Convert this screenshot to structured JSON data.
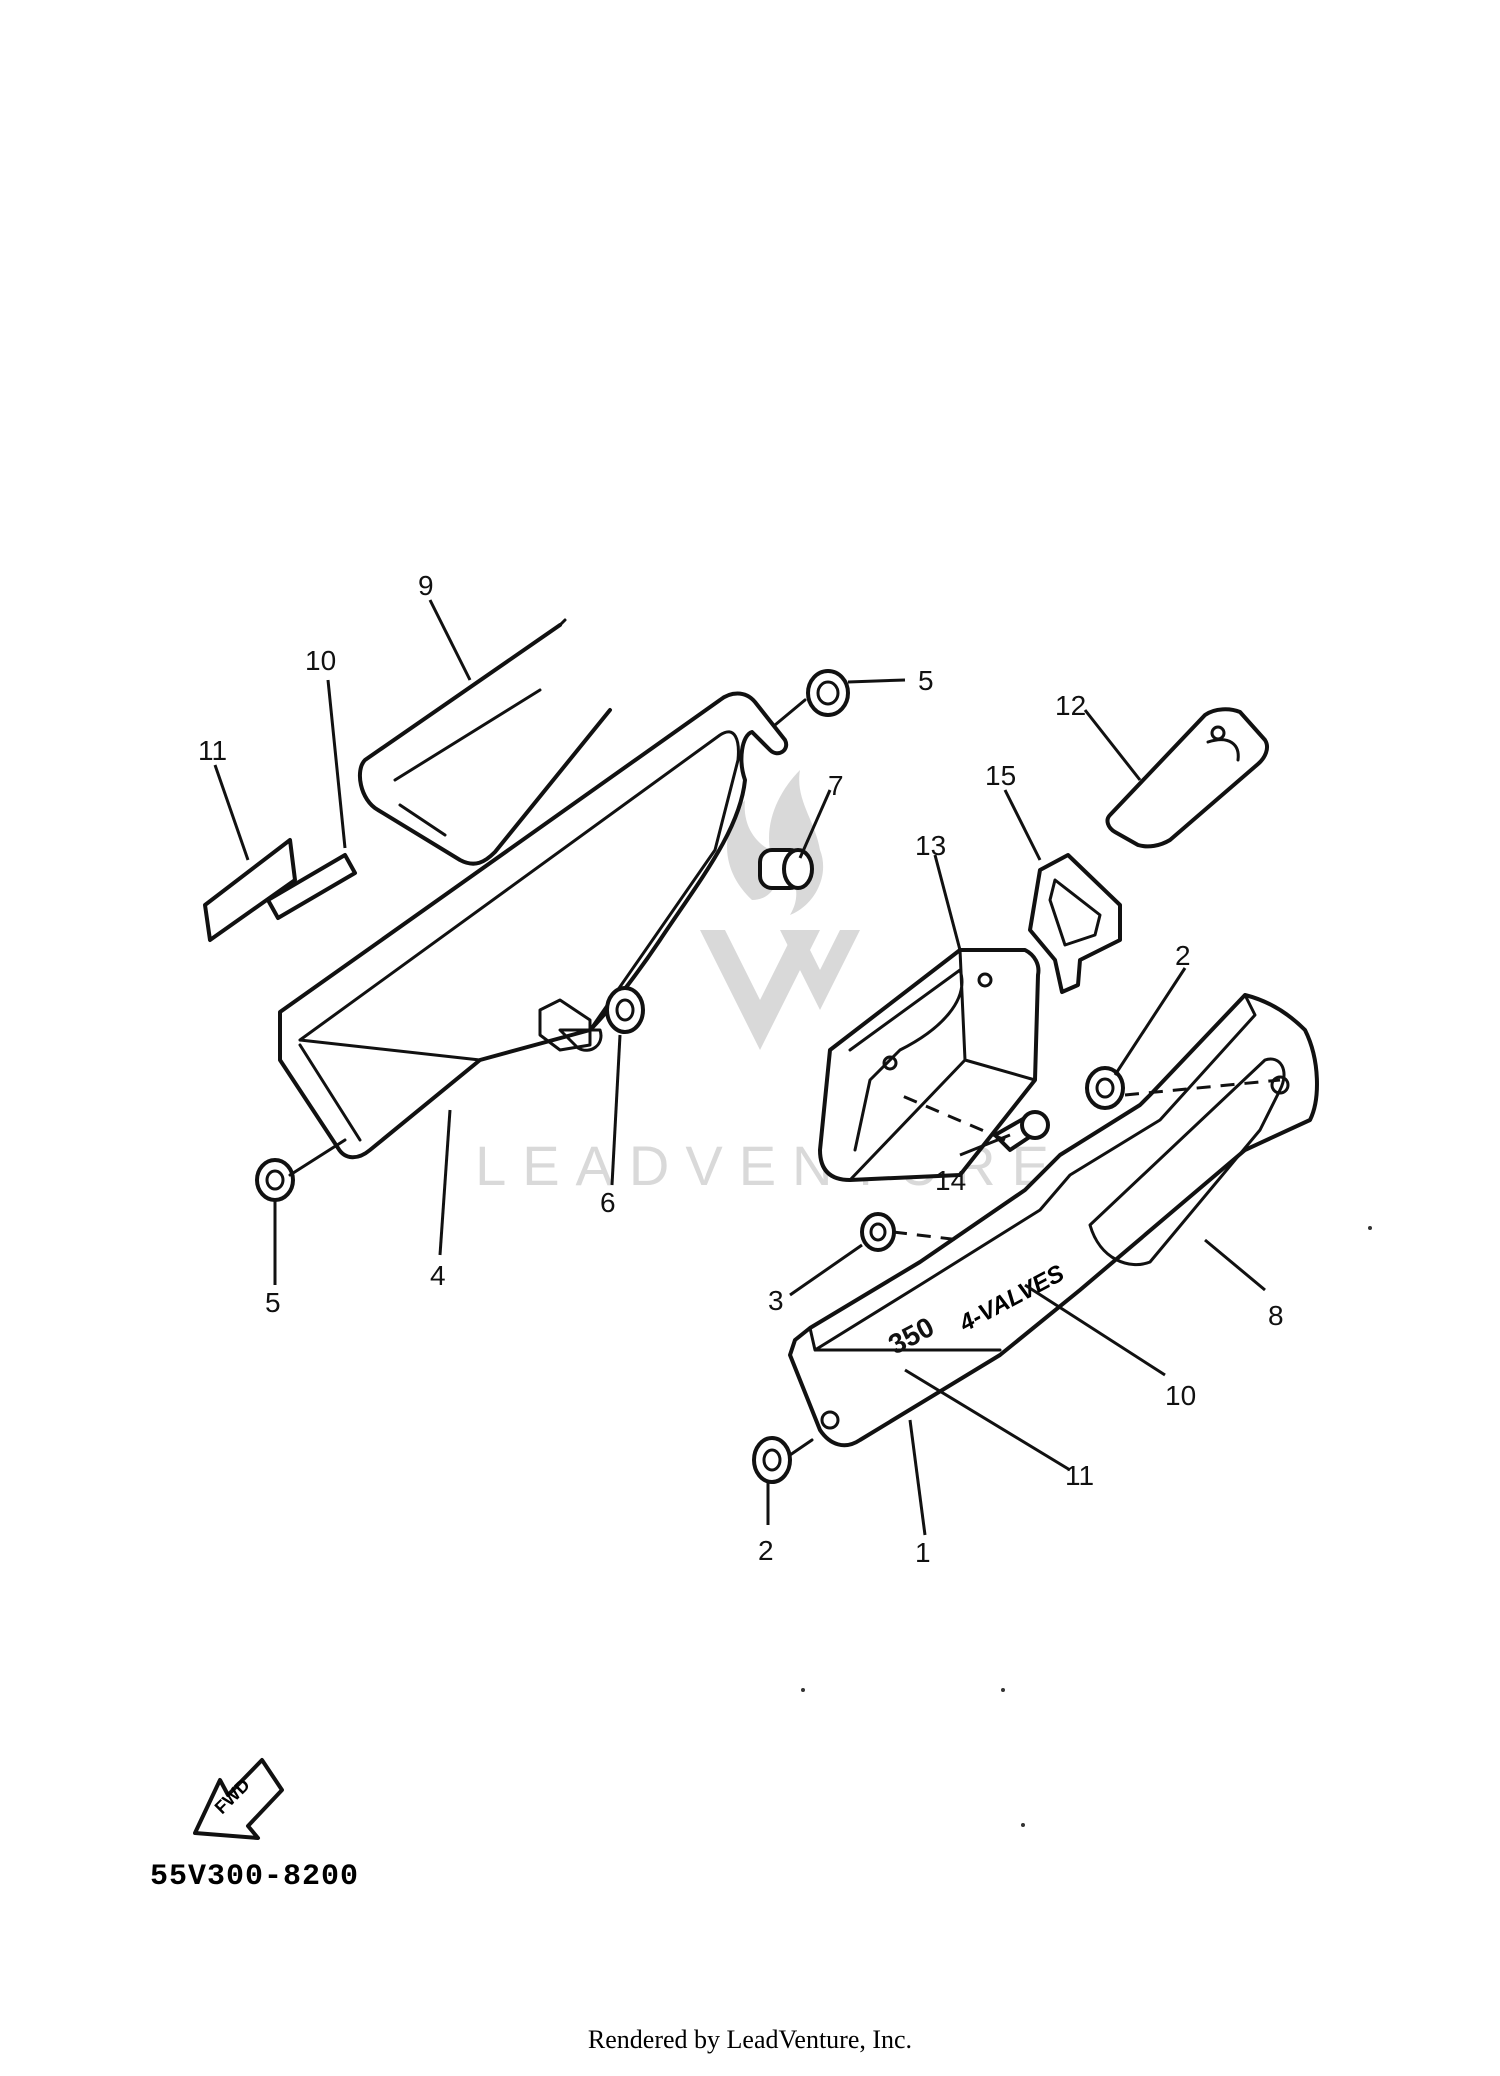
{
  "diagram": {
    "code": "55V300-8200",
    "footer": "Rendered by LeadVenture, Inc.",
    "watermark": "LEADVENTURE",
    "fwd_label": "FWD",
    "parts_350_text": "350",
    "parts_valves_text": "4-VALVES"
  },
  "callouts": [
    {
      "id": "c9",
      "label": "9"
    },
    {
      "id": "c10a",
      "label": "10"
    },
    {
      "id": "c11a",
      "label": "11"
    },
    {
      "id": "c5a",
      "label": "5"
    },
    {
      "id": "c7",
      "label": "7"
    },
    {
      "id": "c12",
      "label": "12"
    },
    {
      "id": "c15",
      "label": "15"
    },
    {
      "id": "c13",
      "label": "13"
    },
    {
      "id": "c2a",
      "label": "2"
    },
    {
      "id": "c14",
      "label": "14"
    },
    {
      "id": "c6",
      "label": "6"
    },
    {
      "id": "c4",
      "label": "4"
    },
    {
      "id": "c5b",
      "label": "5"
    },
    {
      "id": "c3",
      "label": "3"
    },
    {
      "id": "c8",
      "label": "8"
    },
    {
      "id": "c10b",
      "label": "10"
    },
    {
      "id": "c11b",
      "label": "11"
    },
    {
      "id": "c2b",
      "label": "2"
    },
    {
      "id": "c1",
      "label": "1"
    }
  ],
  "icons": {
    "watermark": "leadventure-flame-logo",
    "direction": "fwd-arrow-icon"
  }
}
